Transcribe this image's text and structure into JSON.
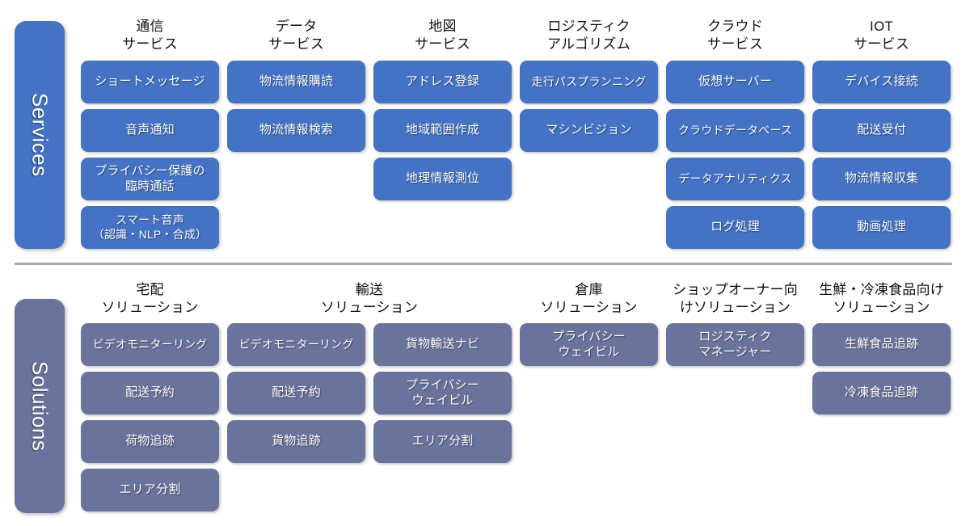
{
  "diagram": {
    "title_visible": false,
    "colors": {
      "services_accent": "#4472C4",
      "solutions_accent": "#6A739C",
      "divider": "#A6A6A6",
      "background": "#FFFFFF",
      "box_text": "#FFFFFF",
      "header_text": "#111111"
    },
    "sections": [
      {
        "id": "services",
        "side_label": "Services",
        "columns": [
          {
            "header": "通信\nサービス",
            "items": [
              "ショートメッセージ",
              "音声通知",
              "プライバシー保護の\n臨時通話",
              "スマート音声\n（認識・NLP・合成）"
            ]
          },
          {
            "header": "データ\nサービス",
            "items": [
              "物流情報購読",
              "物流情報検索"
            ]
          },
          {
            "header": "地図\nサービス",
            "items": [
              "アドレス登録",
              "地域範囲作成",
              "地理情報測位"
            ]
          },
          {
            "header": "ロジスティク\nアルゴリズム",
            "items": [
              "走行パスプランニング",
              "マシンビジョン"
            ]
          },
          {
            "header": "クラウド\nサービス",
            "items": [
              "仮想サーバー",
              "クラウドデータベース",
              "データアナリティクス",
              "ログ処理"
            ]
          },
          {
            "header": "IOT\nサービス",
            "items": [
              "デバイス接続",
              "配送受付",
              "物流情報収集",
              "動画処理"
            ]
          }
        ]
      },
      {
        "id": "solutions",
        "side_label": "Solutions",
        "columns": [
          {
            "header": "宅配\nソリューション",
            "items": [
              "ビデオモニターリング",
              "配送予約",
              "荷物追跡",
              "エリア分割"
            ]
          },
          {
            "header": "輸送\nソリューション",
            "items": [
              "ビデオモニターリング",
              "配送予約",
              "貨物追跡"
            ]
          },
          {
            "header": "",
            "items": [
              "貨物輸送ナビ",
              "プライバシー\nウェイビル",
              "エリア分割"
            ]
          },
          {
            "header": "倉庫\nソリューション",
            "items": [
              "プライバシー\nウェイビル"
            ]
          },
          {
            "header": "ショップオーナー向\nけソリューション",
            "items": [
              "ロジスティク\nマネージャー"
            ]
          },
          {
            "header": "生鮮・冷凍食品向け\nソリューション",
            "items": [
              "生鮮食品追跡",
              "冷凍食品追跡"
            ]
          }
        ]
      }
    ]
  }
}
